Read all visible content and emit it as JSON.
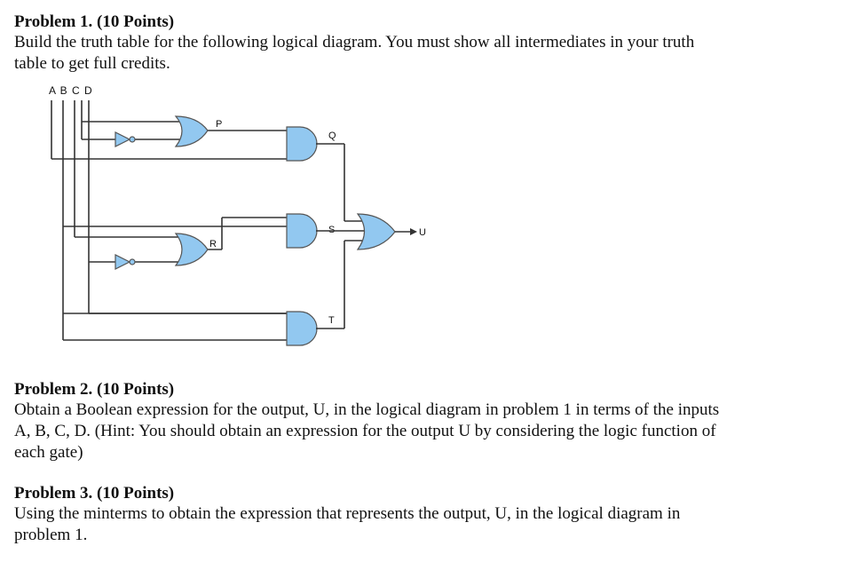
{
  "problem1": {
    "heading": "Problem 1. (10 Points)",
    "lines": [
      "Build the truth table for the following logical diagram. You must show all intermediates in your truth",
      "table to get full credits."
    ]
  },
  "diagram": {
    "inputs_label": "A B C D",
    "labels": {
      "P": "P",
      "Q": "Q",
      "R": "R",
      "S": "S",
      "T": "T",
      "U": "U"
    }
  },
  "problem2": {
    "heading": "Problem 2. (10 Points)",
    "lines": [
      "Obtain a Boolean expression for the output, U, in the logical diagram in problem 1 in terms of the inputs",
      "A, B, C, D. (Hint: You should obtain an expression for the output U by considering the logic function of",
      "each gate)"
    ]
  },
  "problem3": {
    "heading": "Problem 3. (10 Points)",
    "lines": [
      "Using the minterms to obtain the expression that represents the output, U, in the logical diagram in",
      "problem 1."
    ]
  }
}
